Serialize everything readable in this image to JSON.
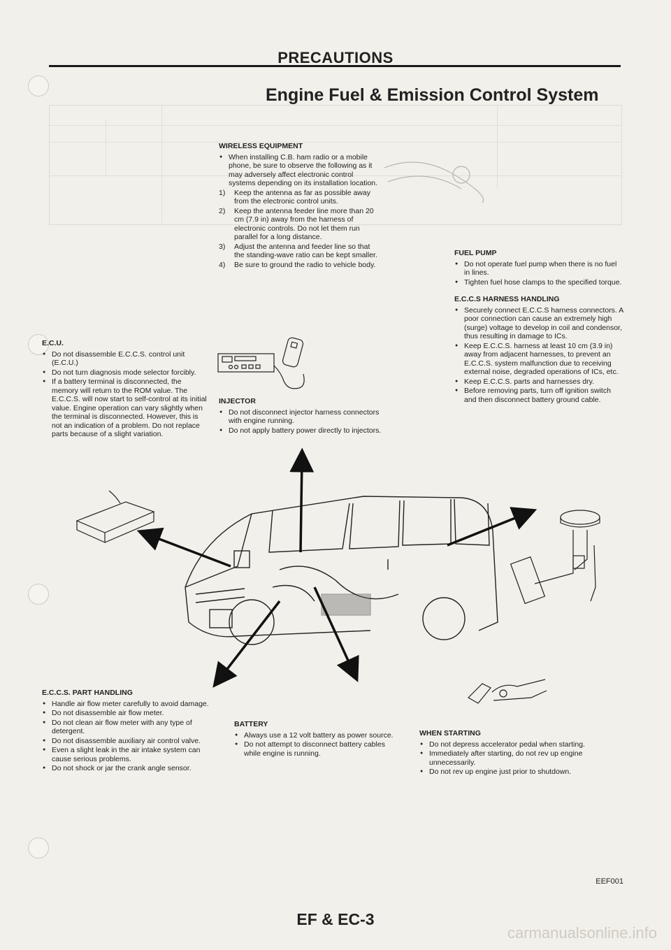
{
  "header": {
    "section": "PRECAUTIONS",
    "title": "Engine Fuel & Emission Control System"
  },
  "wireless": {
    "heading": "WIRELESS EQUIPMENT",
    "intro": "When installing C.B. ham radio or a mobile phone, be sure to observe the following as it may adversely affect electronic control systems depending on its installation location.",
    "steps": [
      {
        "n": "1)",
        "text": "Keep the antenna as far as possible away from the electronic control units."
      },
      {
        "n": "2)",
        "text": "Keep the antenna feeder line more than 20 cm (7.9 in) away from the harness of electronic controls. Do not let them run parallel for a long distance."
      },
      {
        "n": "3)",
        "text": "Adjust the antenna and feeder line so that the standing-wave ratio can be kept smaller."
      },
      {
        "n": "4)",
        "text": "Be sure to ground the radio to vehicle body."
      }
    ]
  },
  "fuel_pump": {
    "heading": "FUEL PUMP",
    "items": [
      "Do not operate fuel pump when there is no fuel in lines.",
      "Tighten fuel hose clamps to the specified torque."
    ]
  },
  "harness": {
    "heading": "E.C.C.S HARNESS HANDLING",
    "items": [
      "Securely connect E.C.C.S harness connectors. A poor connection can cause an extremely high (surge) voltage to develop in coil and condensor, thus resulting in damage to ICs.",
      "Keep E.C.C.S. harness at least 10 cm (3.9 in) away from adjacent harnesses, to prevent an E.C.C.S. system malfunction due to receiving external noise, degraded operations of ICs, etc.",
      "Keep E.C.C.S. parts and harnesses dry.",
      "Before removing parts, turn off ignition switch and then disconnect battery ground cable."
    ]
  },
  "ecu": {
    "heading": "E.C.U.",
    "items": [
      "Do not disassemble E.C.C.S. control unit (E.C.U.)",
      "Do not turn diagnosis mode selector forcibly.",
      "If a battery terminal is disconnected, the memory will return to the ROM value. The E.C.C.S. will now start to self-control at its initial value. Engine operation can vary slightly when the terminal is disconnected. However, this is not an indication of a problem. Do not replace parts because of a slight variation."
    ]
  },
  "injector": {
    "heading": "INJECTOR",
    "items": [
      "Do not disconnect injector harness connectors with engine running.",
      "Do not apply battery power directly to injectors."
    ]
  },
  "part_handling": {
    "heading": "E.C.C.S. PART HANDLING",
    "items": [
      "Handle air flow meter carefully to avoid damage.",
      "Do not disassemble air flow meter.",
      "Do not clean air flow meter with any type of detergent.",
      "Do not disassemble auxiliary air control valve.",
      "Even a slight leak in the air intake system can cause serious problems.",
      "Do not shock or jar the crank angle sensor."
    ]
  },
  "battery": {
    "heading": "BATTERY",
    "items": [
      "Always use a 12 volt battery as power source.",
      "Do not attempt to disconnect battery cables while engine is running."
    ]
  },
  "starting": {
    "heading": "WHEN STARTING",
    "items": [
      "Do not depress accelerator pedal when starting.",
      "Immediately after starting, do not rev up engine unnecessarily.",
      "Do not rev up engine just prior to shutdown."
    ]
  },
  "footer": {
    "figure_code": "EEF001",
    "page": "EF & EC-3",
    "watermark": "carmanualsonline.info"
  }
}
